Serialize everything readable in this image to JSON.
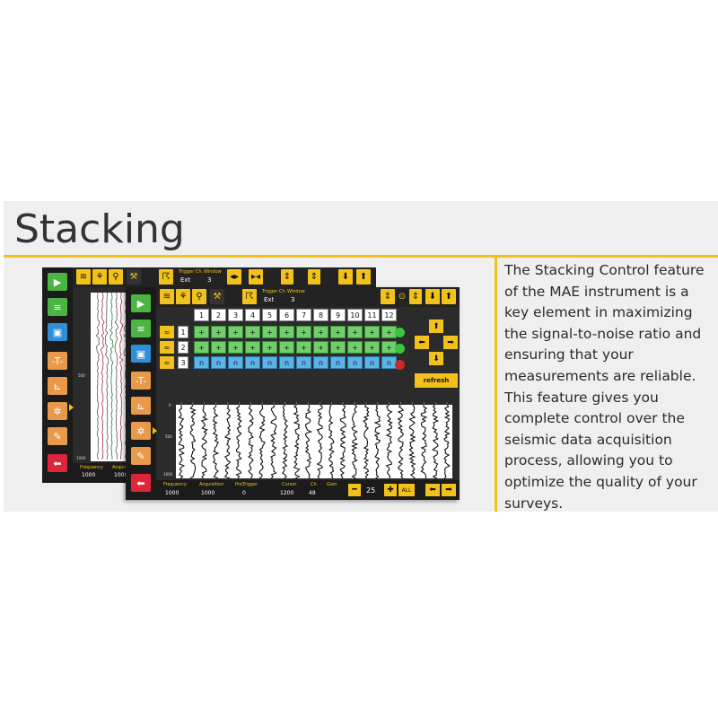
{
  "heading": "Stacking",
  "description": "The Stacking Control feature of the MAE instrument is a key element in maximizing the signal-to-noise ratio and ensuring that your measurements are reliable. This feature gives you complete control over the seismic data acquisition process, allowing you to optimize the quality of your surveys.",
  "colors": {
    "accent": "#f3c21a",
    "panel": "#2b2b2b",
    "stack_add": "#6fd06b",
    "stack_skip": "#5ab4e6",
    "cancel": "#e0243a"
  },
  "back_screen": {
    "trigger_label": "Trigger Ch.",
    "trigger_value": "Ext",
    "window_label": "Window",
    "window_value": "3",
    "bottom": {
      "frequency_label": "Frequency",
      "frequency_value": "1000",
      "acquisition_label": "Acquisition",
      "acquisition_value": "1000",
      "y_label_500": "500",
      "y_label_1000": "1000"
    }
  },
  "front_screen": {
    "trigger_label": "Trigger Ch.",
    "trigger_value": "Ext",
    "window_label": "Window",
    "window_value": "3",
    "channels": [
      "1",
      "2",
      "3",
      "4",
      "5",
      "6",
      "7",
      "8",
      "9",
      "10",
      "11",
      "12"
    ],
    "rows": [
      {
        "number": "1",
        "symbol": "+"
      },
      {
        "number": "2",
        "symbol": "+"
      },
      {
        "number": "3",
        "symbol": "n"
      }
    ],
    "refresh_label": "refresh",
    "bottom": {
      "frequency_label": "Frequency",
      "frequency_value": "1000",
      "acquisition_label": "Acquisition",
      "acquisition_value": "1000",
      "pretrigger_label": "PreTrigger",
      "pretrigger_value": "0",
      "cursor_label": "Cursor",
      "cursor_value": "1200",
      "ch_label": "Ch",
      "ch_value": "48",
      "gain_label": "Gain",
      "stack_count": "25",
      "all_label": "ALL",
      "y_label_0": "0",
      "y_label_500": "500",
      "y_label_1000": "1000"
    },
    "trace_count": 24
  }
}
